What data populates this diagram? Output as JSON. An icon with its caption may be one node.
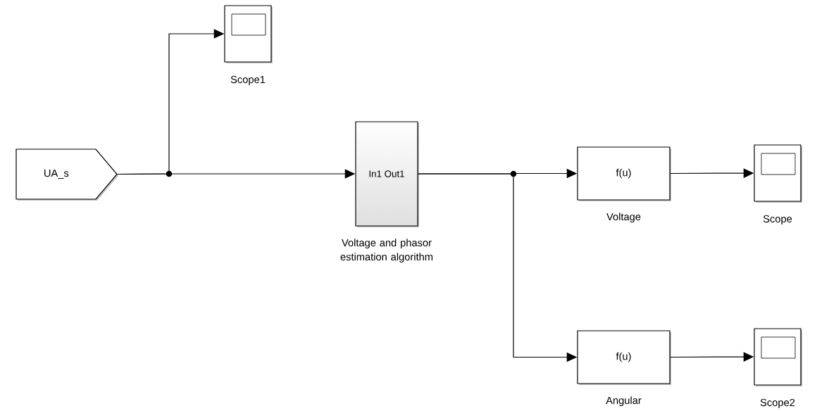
{
  "diagram": {
    "nodes": [
      {
        "text": [
          "UA_s"
        ]
      },
      {
        "text": [],
        "shape": "box",
        "beside": [
          "Scope1"
        ]
      },
      {
        "text": [
          "In1 Out1"
        ],
        "beside": [
          "Voltage and phasor estimation algorithm"
        ]
      },
      {
        "text": [
          "f(u)"
        ],
        "beside": [
          "Voltage"
        ]
      },
      {
        "text": [],
        "shape": "box",
        "beside": [
          "Scope"
        ]
      },
      {
        "text": [
          "f(u)"
        ],
        "beside": [
          "Angular"
        ]
      },
      {
        "text": [],
        "shape": "box",
        "beside": [
          "Scope2"
        ]
      }
    ],
    "edges": [
      {
        "from": 0,
        "to": 1,
        "arrow": "to"
      },
      {
        "from": 0,
        "to": 2,
        "arrow": "to"
      },
      {
        "from": 2,
        "to": 3,
        "arrow": "to"
      },
      {
        "from": 2,
        "to": 5,
        "arrow": "to"
      },
      {
        "from": 3,
        "to": 4,
        "arrow": "to"
      },
      {
        "from": 5,
        "to": 6,
        "arrow": "to"
      }
    ]
  }
}
